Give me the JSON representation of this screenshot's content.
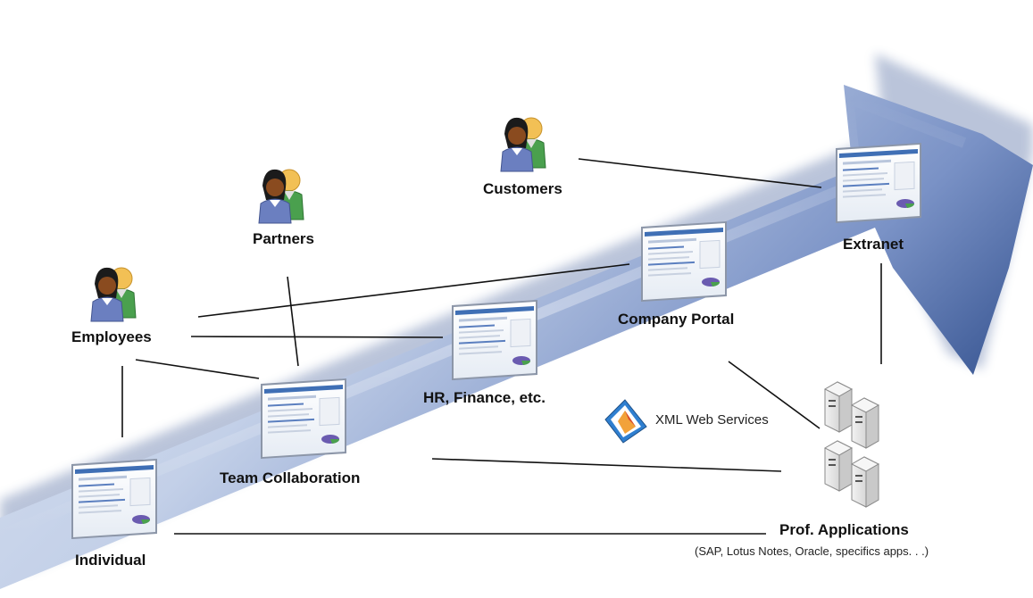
{
  "nodes": {
    "customers": "Customers",
    "partners": "Partners",
    "employees": "Employees",
    "extranet": "Extranet",
    "company_portal": "Company Portal",
    "hr_finance": "HR, Finance, etc.",
    "team_collaboration": "Team Collaboration",
    "individual": "Individual",
    "prof_applications": "Prof. Applications",
    "prof_applications_sub": "(SAP, Lotus Notes, Oracle, specifics apps. . .)",
    "xml_web_services": "XML Web Services"
  },
  "icons": {
    "people": "people-group-icon",
    "window": "portal-window-icon",
    "server": "server-stack-icon",
    "xml": "xml-web-services-icon"
  },
  "colors": {
    "arrow_dark": "#3d5a96",
    "arrow_light": "#e8eef8",
    "person_left_shirt": "#6b7fc0",
    "person_right_shirt": "#4aa04e",
    "person_right_skin": "#f2c055",
    "person_left_skin": "#8a4b1f"
  }
}
